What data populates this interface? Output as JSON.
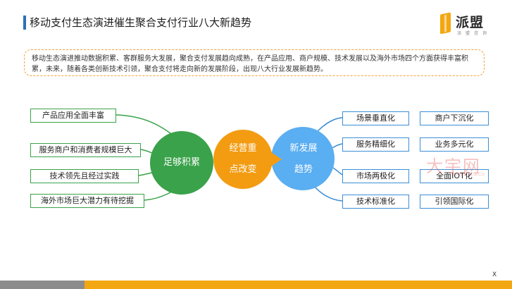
{
  "header": {
    "title": "移动支付生态演进催生聚合支付行业八大新趋势",
    "logo_text": "派盟",
    "logo_sub": "派盟咨询"
  },
  "intro": {
    "text": "移动生态演进推动数据积累、客群服务大发展，聚合支付发展趋向成熟，在产品应用、商户规模、技术发展以及海外市场四个方面获得丰富积累，未来，随着各类创新技术引领，聚合支付将走向新的发展阶段，出现八大行业发展新趋势。"
  },
  "diagram": {
    "left_circle": "足够积累",
    "middle_circle": [
      "经营重",
      "点改变"
    ],
    "right_circle": [
      "新发展",
      "趋势"
    ],
    "left_items": [
      "产品应用全面丰富",
      "服务商户和消费者规模巨大",
      "技术领先且经过实践",
      "海外市场巨大潜力有待挖掘"
    ],
    "right_items": [
      "场景垂直化",
      "商户下沉化",
      "服务精细化",
      "业务多元化",
      "市场两极化",
      "全面IOT化",
      "技术标准化",
      "引领国际化"
    ],
    "colors": {
      "green": "#3aa24a",
      "orange": "#f39c12",
      "blue": "#5aaef2",
      "box_border_blue": "#3c8ed6"
    }
  },
  "footer": {
    "close_label": "X"
  },
  "watermark": {
    "big": "大宇网",
    "small": "Tsu/Zhi/Cu/Cu"
  }
}
